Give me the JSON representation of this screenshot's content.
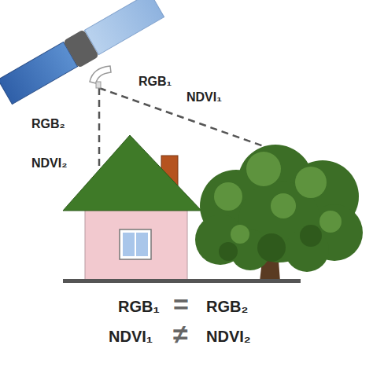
{
  "diagram": {
    "labels": [
      "RGB₁",
      "NDVI₁",
      "RGB₂",
      "NDVI₂",
      "RGB₁",
      "=",
      "RGB₂",
      "NDVI₁",
      "≠",
      "NDVI₂"
    ]
  }
}
